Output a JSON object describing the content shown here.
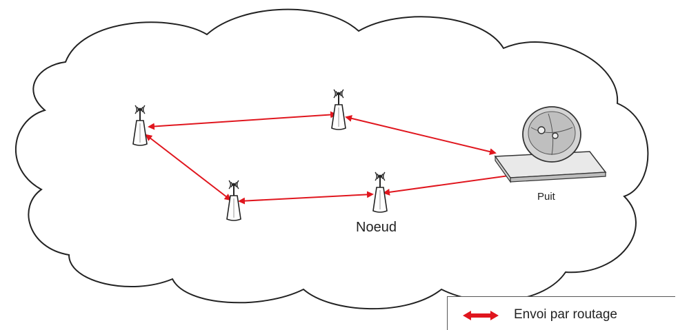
{
  "diagram": {
    "node_label": "Noeud",
    "sink_label": "Puit"
  },
  "legend": {
    "label": "Envoi par routage"
  },
  "colors": {
    "link": "#e0161e",
    "cloud_stroke": "#222222",
    "tower_stroke": "#222222"
  },
  "icons": [
    "antenna-node-icon",
    "satellite-dish-icon",
    "double-arrow-icon"
  ]
}
